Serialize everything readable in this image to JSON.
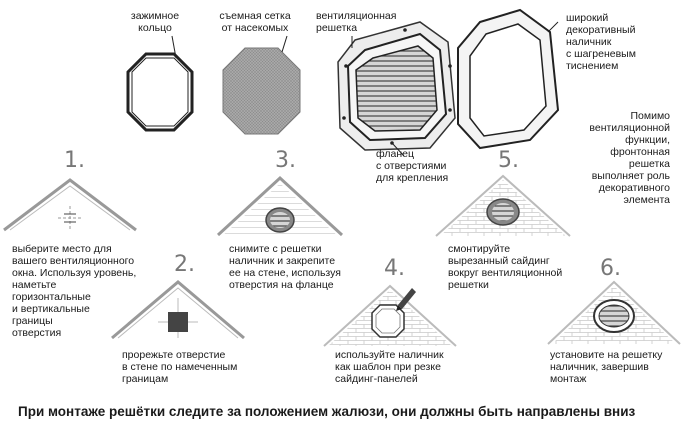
{
  "parts": {
    "ring": "зажимное\nкольцо",
    "mesh": "съемная сетка\nот насекомых",
    "grille": "вентиляционная\nрешетка",
    "flange": "фланец\nс отверстиями\nдля крепления",
    "trim": "широкий\nдекоративный\nналичник\nс шагреневым\nтиснением"
  },
  "note": "Помимо\nвентиляционной\nфункции,\nфронтонная\nрешетка\nвыполняет роль\nдекоративного\nэлемента",
  "steps": [
    {
      "num": "1.",
      "text": "выберите место для\nвашего вентиляционного\nокна. Используя уровень,\nнаметьте\nгоризонтальные\nи вертикальные\nграницы\nотверстия"
    },
    {
      "num": "2.",
      "text": "прорежьте отверстие\nв стене по намеченным\nграницам"
    },
    {
      "num": "3.",
      "text": "снимите с решетки\nналичник и закрепите\nее на стене, используя\nотверстия на фланце"
    },
    {
      "num": "4.",
      "text": "используйте наличник\nкак шаблон при резке\nсайдинг-панелей"
    },
    {
      "num": "5.",
      "text": "смонтируйте\nвырезанный сайдинг\nвокруг вентиляционной\nрешетки"
    },
    {
      "num": "6.",
      "text": "установите на решетку\nналичник, завершив\nмонтаж"
    }
  ],
  "caption": "При монтаже решётки следите за положением жалюзи, они должны быть направлены вниз"
}
